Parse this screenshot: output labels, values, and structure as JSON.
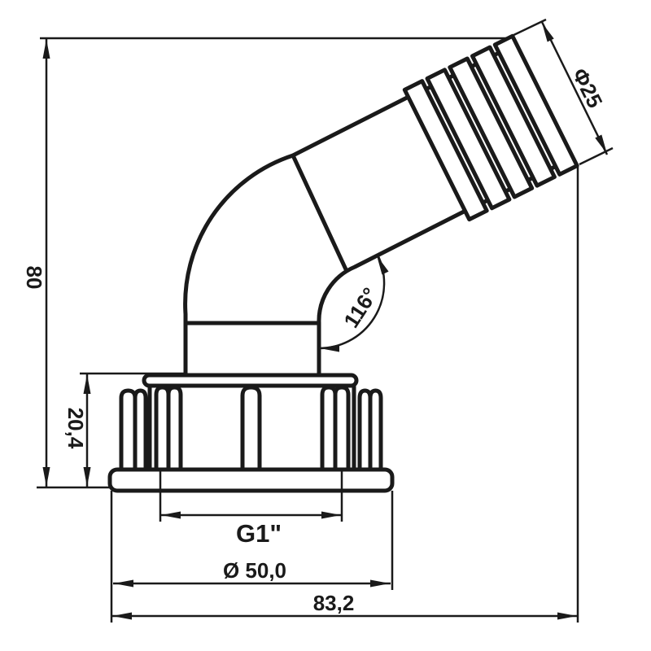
{
  "drawing": {
    "kind": "technical-dimension-drawing",
    "subject": "angled-hose-barb-elbow-with-union-nut",
    "background_color": "#ffffff",
    "line_color": "#1a1a1a",
    "dimensions": {
      "overall_height": {
        "label": "80",
        "orientation": "vertical-left"
      },
      "nut_height": {
        "label": "20,4",
        "orientation": "vertical-left"
      },
      "barb_diameter": {
        "label": "Φ25",
        "orientation": "aligned-to-barb"
      },
      "elbow_angle": {
        "label": "116°",
        "type": "angle"
      },
      "thread_size": {
        "label": "G1\"",
        "type": "thread-callout"
      },
      "flange_diameter": {
        "label": "Ø 50,0",
        "type": "diameter"
      },
      "overall_width": {
        "label": "83,2",
        "orientation": "horizontal-bottom"
      }
    }
  }
}
